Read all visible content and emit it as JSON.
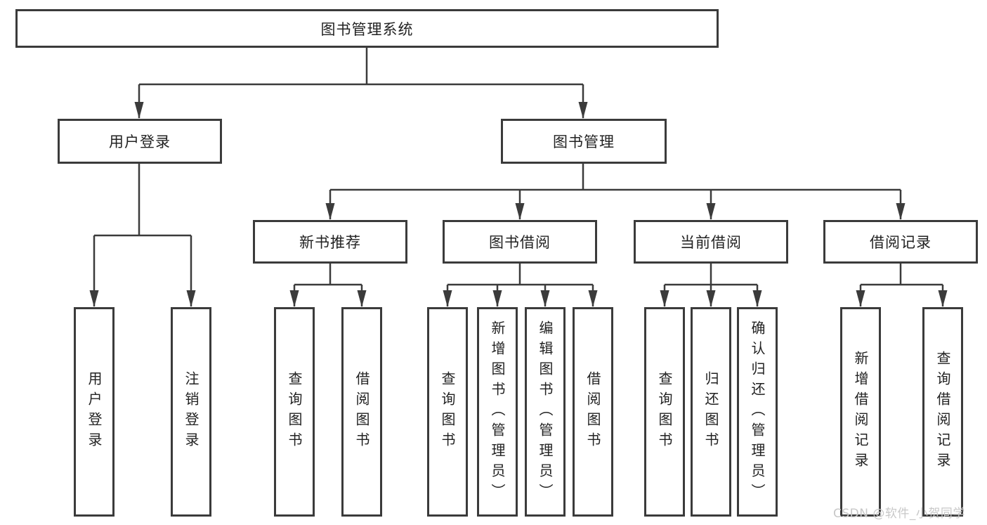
{
  "tree": {
    "label": "图书管理系统",
    "children": [
      {
        "label": "用户登录",
        "children": [
          {
            "label": "用户登录"
          },
          {
            "label": "注销登录"
          }
        ]
      },
      {
        "label": "图书管理",
        "children": [
          {
            "label": "新书推荐",
            "children": [
              {
                "label": "查询图书"
              },
              {
                "label": "借阅图书"
              }
            ]
          },
          {
            "label": "图书借阅",
            "children": [
              {
                "label": "查询图书"
              },
              {
                "label": "新增图书（管理员）"
              },
              {
                "label": "编辑图书（管理员）"
              },
              {
                "label": "借阅图书"
              }
            ]
          },
          {
            "label": "当前借阅",
            "children": [
              {
                "label": "查询图书"
              },
              {
                "label": "归还图书"
              },
              {
                "label": "确认归还（管理员）"
              }
            ]
          },
          {
            "label": "借阅记录",
            "children": [
              {
                "label": "新增借阅记录"
              },
              {
                "label": "查询借阅记录"
              }
            ]
          }
        ]
      }
    ]
  },
  "watermark": "CSDN @软件_小贺同学",
  "colors": {
    "line": "#3b3b3b",
    "text": "#222222",
    "box_background": "#ffffff",
    "watermark": "#c8c8c8",
    "page_background": "#ffffff"
  }
}
